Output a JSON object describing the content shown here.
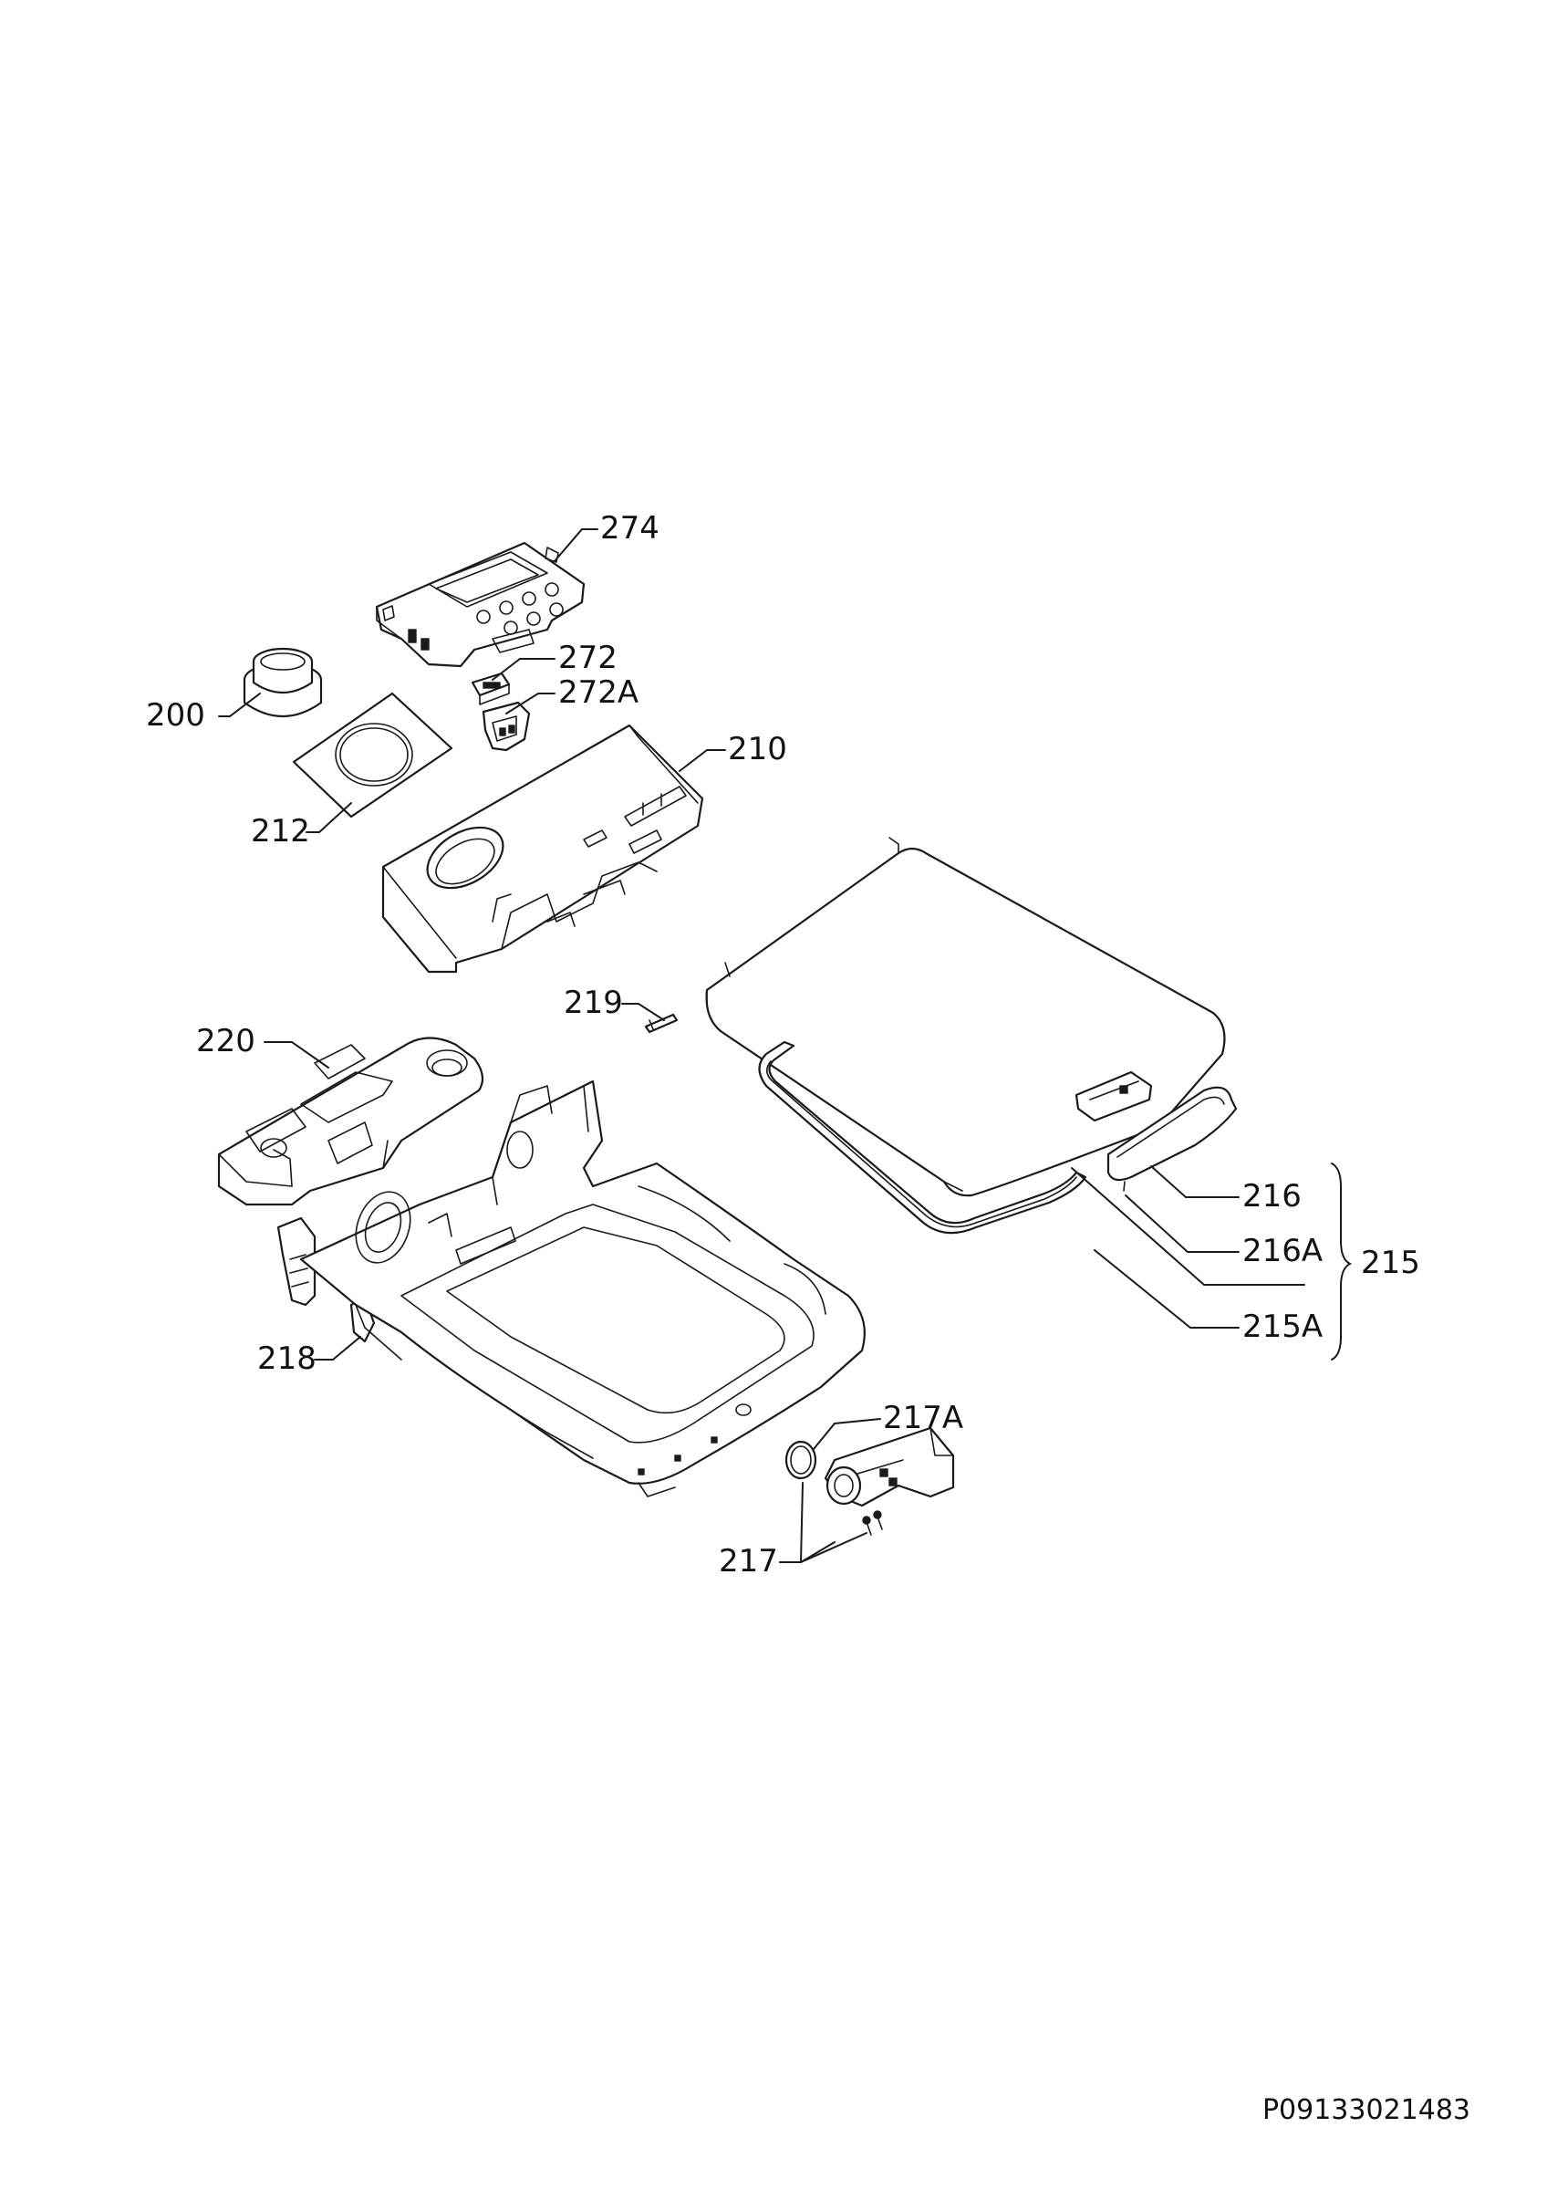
{
  "labels": {
    "p200": "200",
    "p210": "210",
    "p212": "212",
    "p215": "215",
    "p215A": "215A",
    "p216": "216",
    "p216A": "216A",
    "p217": "217",
    "p217A": "217A",
    "p218": "218",
    "p219": "219",
    "p220": "220",
    "p272": "272",
    "p272A": "272A",
    "p274": "274"
  },
  "drawing_code": "P09133021483"
}
